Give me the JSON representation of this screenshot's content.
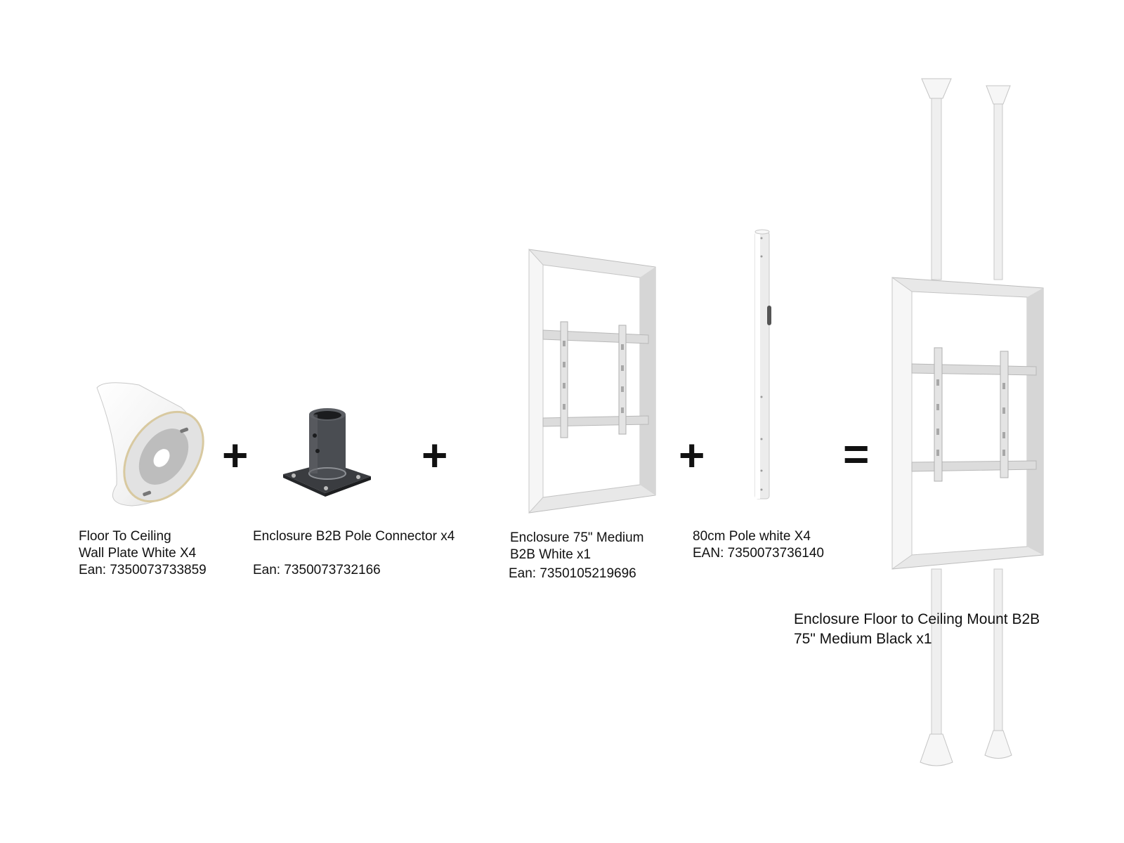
{
  "items": [
    {
      "name_line1": "Floor To Ceiling",
      "name_line2": "Wall Plate White X4",
      "ean": "Ean: 7350073733859"
    },
    {
      "name_line1": "Enclosure B2B Pole Connector x4",
      "ean": "Ean: 7350073732166"
    },
    {
      "name_line1": "Enclosure 75\" Medium",
      "name_line2": "B2B White x1",
      "ean": "Ean: 7350105219696"
    },
    {
      "name_line1": "80cm Pole white X4",
      "ean": "EAN:  7350073736140"
    }
  ],
  "operators": {
    "plus": "+",
    "equals": "="
  },
  "result": {
    "name_line1": "Enclosure Floor to Ceiling Mount B2B",
    "name_line2": "75\" Medium Black x1"
  }
}
